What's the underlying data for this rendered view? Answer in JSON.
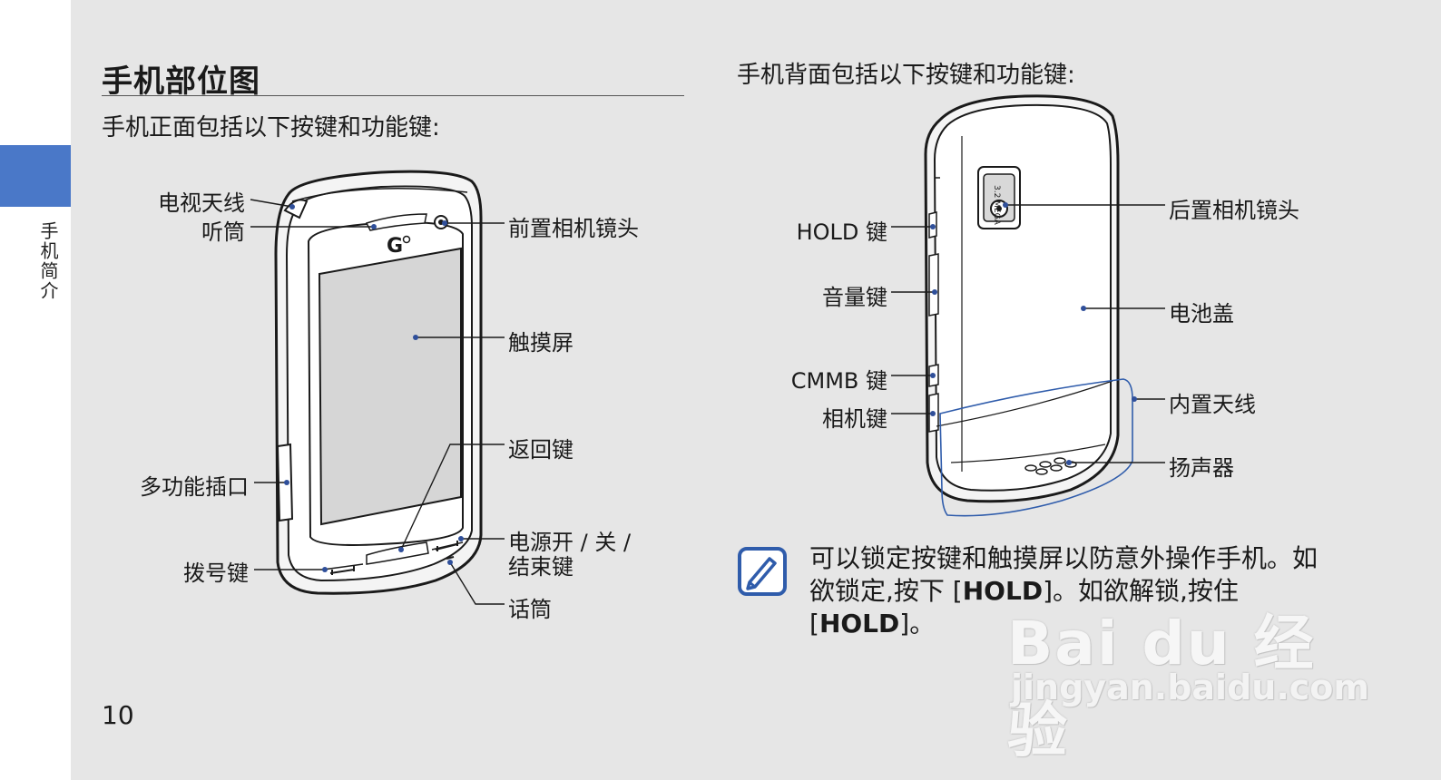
{
  "sidebar": {
    "section_label": "手机简介"
  },
  "header": {
    "title": "手机部位图"
  },
  "front": {
    "intro": "手机正面包括以下按键和功能键:",
    "labels": {
      "tv_antenna": "电视天线",
      "earpiece": "听筒",
      "front_camera": "前置相机镜头",
      "touchscreen": "触摸屏",
      "back_key": "返回键",
      "multifunction_jack": "多功能插口",
      "power_end_key_line1": "电源开 / 关 /",
      "power_end_key_line2": "结束键",
      "dial_key": "拨号键",
      "microphone": "话筒"
    },
    "operator_logo": "G"
  },
  "back": {
    "intro": "手机背面包括以下按键和功能键:",
    "labels": {
      "hold_key": "HOLD 键",
      "volume_key": "音量键",
      "cmmb_key": "CMMB 键",
      "camera_key": "相机键",
      "rear_camera": "后置相机镜头",
      "battery_cover": "电池盖",
      "internal_antenna": "内置天线",
      "speaker": "扬声器"
    },
    "camera_badge": "3.2 MEGA"
  },
  "note": {
    "icon": "note-pencil-icon",
    "seg1": "可以锁定按键和触摸屏以防意外操作手机。如欲锁定,按下 [",
    "seg2": "HOLD",
    "seg3": "]。如欲解锁,按住 [",
    "seg4": "HOLD",
    "seg5": "]。"
  },
  "footer": {
    "page_number": "10"
  },
  "watermark": {
    "brand": "Bai du 经验",
    "url": "jingyan.baidu.com"
  },
  "colors": {
    "accent": "#4a78c8",
    "page_bg": "#e6e6e6",
    "leader_dot": "#2f4f9a"
  }
}
